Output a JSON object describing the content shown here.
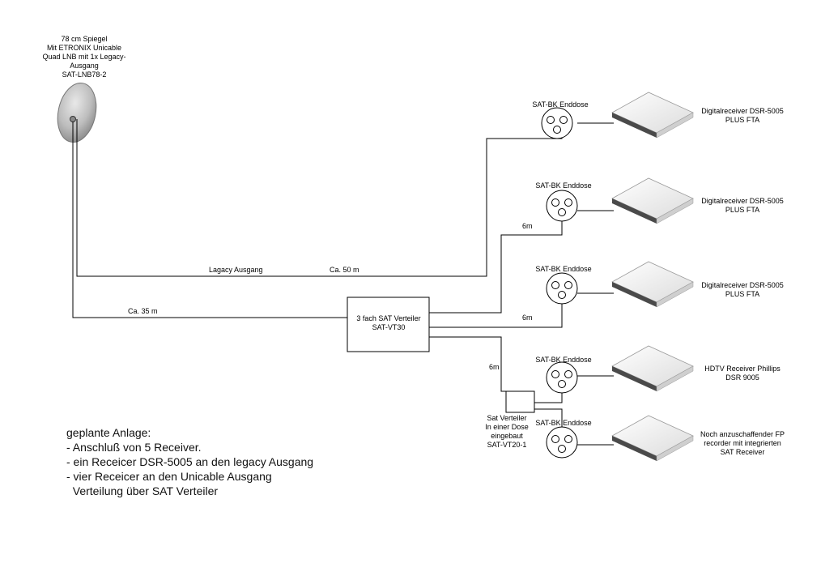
{
  "dish": {
    "label_lines": [
      "78 cm Spiegel",
      "Mit ETRONIX Unicable",
      "Quad LNB mit 1x Legacy-",
      "Ausgang",
      "SAT-LNB78-2"
    ]
  },
  "cables": {
    "legacy_label": "Lagacy Ausgang",
    "legacy_length": "Ca. 50 m",
    "main_length": "Ca. 35 m",
    "len_2": "6m",
    "len_3": "6m",
    "len_4": "6m"
  },
  "splitter": {
    "lines": [
      "3 fach SAT Verteiler",
      "SAT-VT30"
    ]
  },
  "small_splitter": {
    "lines": [
      "Sat Verteiler",
      "In einer Dose",
      "eingebaut",
      "SAT-VT20-1"
    ]
  },
  "sockets": [
    {
      "label": "SAT-BK Enddose"
    },
    {
      "label": "SAT-BK Enddose"
    },
    {
      "label": "SAT-BK Enddose"
    },
    {
      "label": "SAT-BK Enddose"
    },
    {
      "label": "SAT-BK Enddose"
    }
  ],
  "receivers": [
    {
      "lines": [
        "Digitalreceiver DSR-5005",
        "PLUS FTA"
      ]
    },
    {
      "lines": [
        "Digitalreceiver DSR-5005",
        "PLUS FTA"
      ]
    },
    {
      "lines": [
        "Digitalreceiver DSR-5005",
        "PLUS FTA"
      ]
    },
    {
      "lines": [
        "HDTV Receiver Phillips",
        "DSR 9005"
      ]
    },
    {
      "lines": [
        "Noch anzuschaffender FP",
        "recorder mit integrierten",
        "SAT Receiver"
      ]
    }
  ],
  "notes": {
    "title": "geplante Anlage:",
    "items": [
      "- Anschluß von 5 Receiver.",
      "- ein Receicer DSR-5005 an den legacy Ausgang",
      "- vier Receicer an den Unicable Ausgang",
      "  Verteilung über SAT Verteiler"
    ]
  }
}
